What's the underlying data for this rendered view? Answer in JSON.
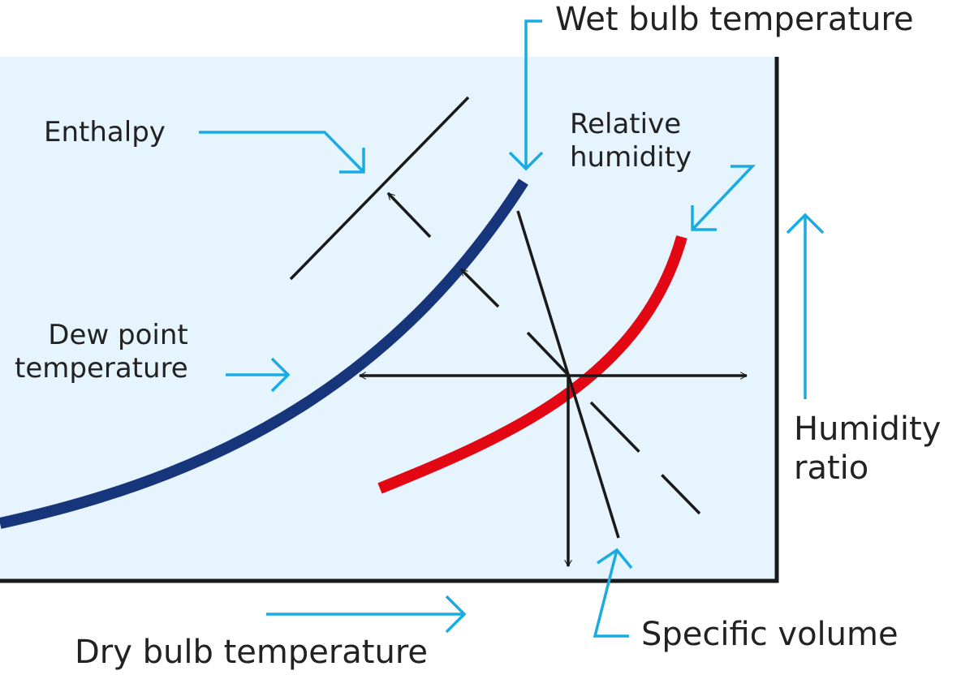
{
  "labels": {
    "wet_bulb": "Wet bulb temperature",
    "enthalpy": "Enthalpy",
    "relative_humidity_line1": "Relative",
    "relative_humidity_line2": "humidity",
    "dew_point_line1": "Dew point",
    "dew_point_line2": "temperature",
    "humidity_ratio_line1": "Humidity",
    "humidity_ratio_line2": "ratio",
    "specific_volume": "Specific volume",
    "dry_bulb": "Dry bulb temperature"
  },
  "colors": {
    "background_panel": "#e6f4fd",
    "axis_line": "#1a1a1a",
    "pointer_arrow": "#1aabe3",
    "dew_point_curve": "#16357a",
    "relative_humidity_curve": "#e30613",
    "text": "#222222"
  },
  "icons": {
    "pointer": "arrow-icon",
    "direction": "arrowhead-icon"
  }
}
